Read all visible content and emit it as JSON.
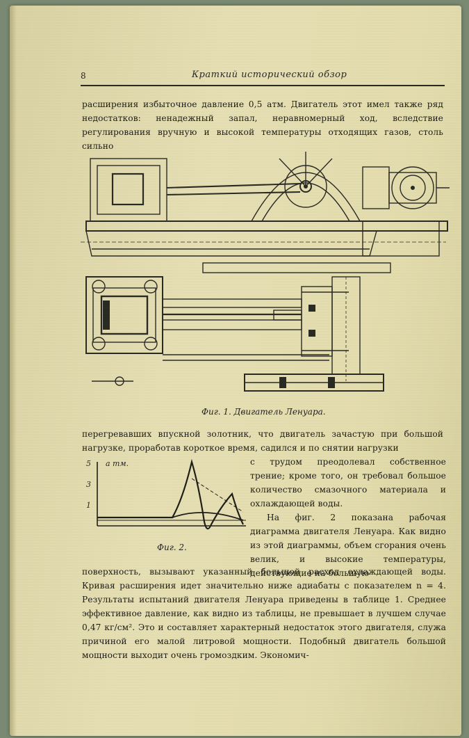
{
  "header": {
    "page_number": "8",
    "running_title": "Краткий исторический обзор"
  },
  "paragraphs": {
    "p1": "расширения избыточное давление 0,5 атм. Двигатель этот имел также ряд недостатков: ненадежный запал, неравномерный ход, вследствие регулирования вручную и высокой температуры отходящих газов, столь сильно",
    "p2a": "перегревавших впускной золотник, что двигатель зачастую при большой нагрузке, проработав короткое время, садился и по снятии нагрузки",
    "p2b": "с трудом преодолевал собственное трение; кроме того, он требовал большое количество смазочного материала и охлаждающей воды.",
    "p3": "На фиг. 2 показана рабочая диаграмма двигателя Ленуара. Как видно из этой диаграммы, объем сгорания очень велик, и высокие температуры, действующие на большую",
    "p4": "поверхность, вызывают указанный большой расход охлаждающей воды. Кривая расширения идет значительно ниже адиабаты с показателем n = 4. Результаты испытаний двигателя Ленуара приведены в таблице 1. Среднее эффективное давление, как видно из таблицы, не превышает в лучшем случае 0,47 кг/см². Это и составляет характерный недостаток этого двигателя, служа причиной его малой литровой мощности. Подобный двигатель большой мощности выходит очень громоздким. Экономич-"
  },
  "figure1": {
    "caption": "Фиг. 1. Двигатель Ленуара."
  },
  "figure2": {
    "caption": "Фиг. 2.",
    "unit_label": "а тм.",
    "y_ticks": [
      "5",
      "3",
      "1"
    ]
  }
}
